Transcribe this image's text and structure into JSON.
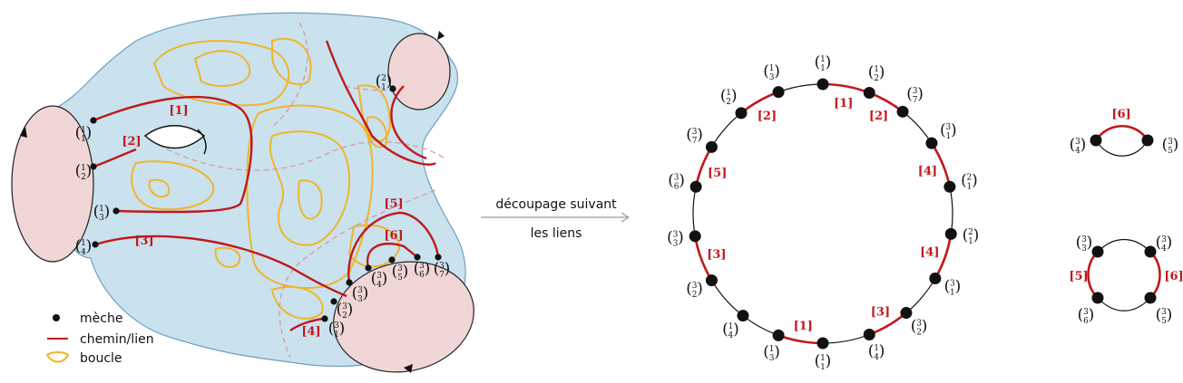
{
  "colors": {
    "surface_fill": "#c9e2ee",
    "surface_edge": "#7fb3cf",
    "disk_fill": "#f0d6d6",
    "path_red": "#c0191d",
    "loop_yellow": "#f0b429",
    "dashed": "#d79a9a",
    "dot": "#111111",
    "arrow_gray": "#9a9a9a"
  },
  "legend": [
    {
      "symbol": "dot",
      "label": "mèche"
    },
    {
      "symbol": "line",
      "label": "chemin/lien"
    },
    {
      "symbol": "loop",
      "label": "boucle"
    }
  ],
  "arrow_caption": {
    "line1": "découpage suivant",
    "line2": "les liens"
  },
  "surface_mech_labels": [
    {
      "top": "1",
      "bottom": "1"
    },
    {
      "top": "1",
      "bottom": "2"
    },
    {
      "top": "1",
      "bottom": "3"
    },
    {
      "top": "1",
      "bottom": "4"
    },
    {
      "top": "2",
      "bottom": "1"
    },
    {
      "top": "3",
      "bottom": "1"
    },
    {
      "top": "3",
      "bottom": "2"
    },
    {
      "top": "3",
      "bottom": "3"
    },
    {
      "top": "3",
      "bottom": "4"
    },
    {
      "top": "3",
      "bottom": "5"
    },
    {
      "top": "3",
      "bottom": "6"
    },
    {
      "top": "3",
      "bottom": "7"
    }
  ],
  "surface_link_labels": [
    "[1]",
    "[2]",
    "[3]",
    "[4]",
    "[5]",
    "[6]"
  ],
  "big_circle": {
    "mech_labels": [
      {
        "top": "1",
        "bottom": "1"
      },
      {
        "top": "1",
        "bottom": "2"
      },
      {
        "top": "3",
        "bottom": "7"
      },
      {
        "top": "3",
        "bottom": "1"
      },
      {
        "top": "2",
        "bottom": "1"
      },
      {
        "top": "2",
        "bottom": "1"
      },
      {
        "top": "3",
        "bottom": "1"
      },
      {
        "top": "3",
        "bottom": "2"
      },
      {
        "top": "1",
        "bottom": "4"
      },
      {
        "top": "1",
        "bottom": "1"
      },
      {
        "top": "1",
        "bottom": "3"
      },
      {
        "top": "1",
        "bottom": "4"
      },
      {
        "top": "3",
        "bottom": "2"
      },
      {
        "top": "3",
        "bottom": "3"
      },
      {
        "top": "3",
        "bottom": "6"
      },
      {
        "top": "3",
        "bottom": "7"
      },
      {
        "top": "1",
        "bottom": "2"
      },
      {
        "top": "1",
        "bottom": "3"
      }
    ],
    "link_labels": [
      "[1]",
      "[2]",
      "[4]",
      "[4]",
      "[3]",
      "[1]",
      "[3]",
      "[5]",
      "[2]"
    ]
  },
  "small_circle_1": {
    "mech_labels": [
      {
        "top": "3",
        "bottom": "4"
      },
      {
        "top": "3",
        "bottom": "5"
      }
    ],
    "link_label": "[6]"
  },
  "small_circle_2": {
    "mech_labels": [
      {
        "top": "3",
        "bottom": "3"
      },
      {
        "top": "3",
        "bottom": "4"
      },
      {
        "top": "3",
        "bottom": "6"
      },
      {
        "top": "3",
        "bottom": "5"
      }
    ],
    "link_labels": [
      "[5]",
      "[6]"
    ]
  }
}
